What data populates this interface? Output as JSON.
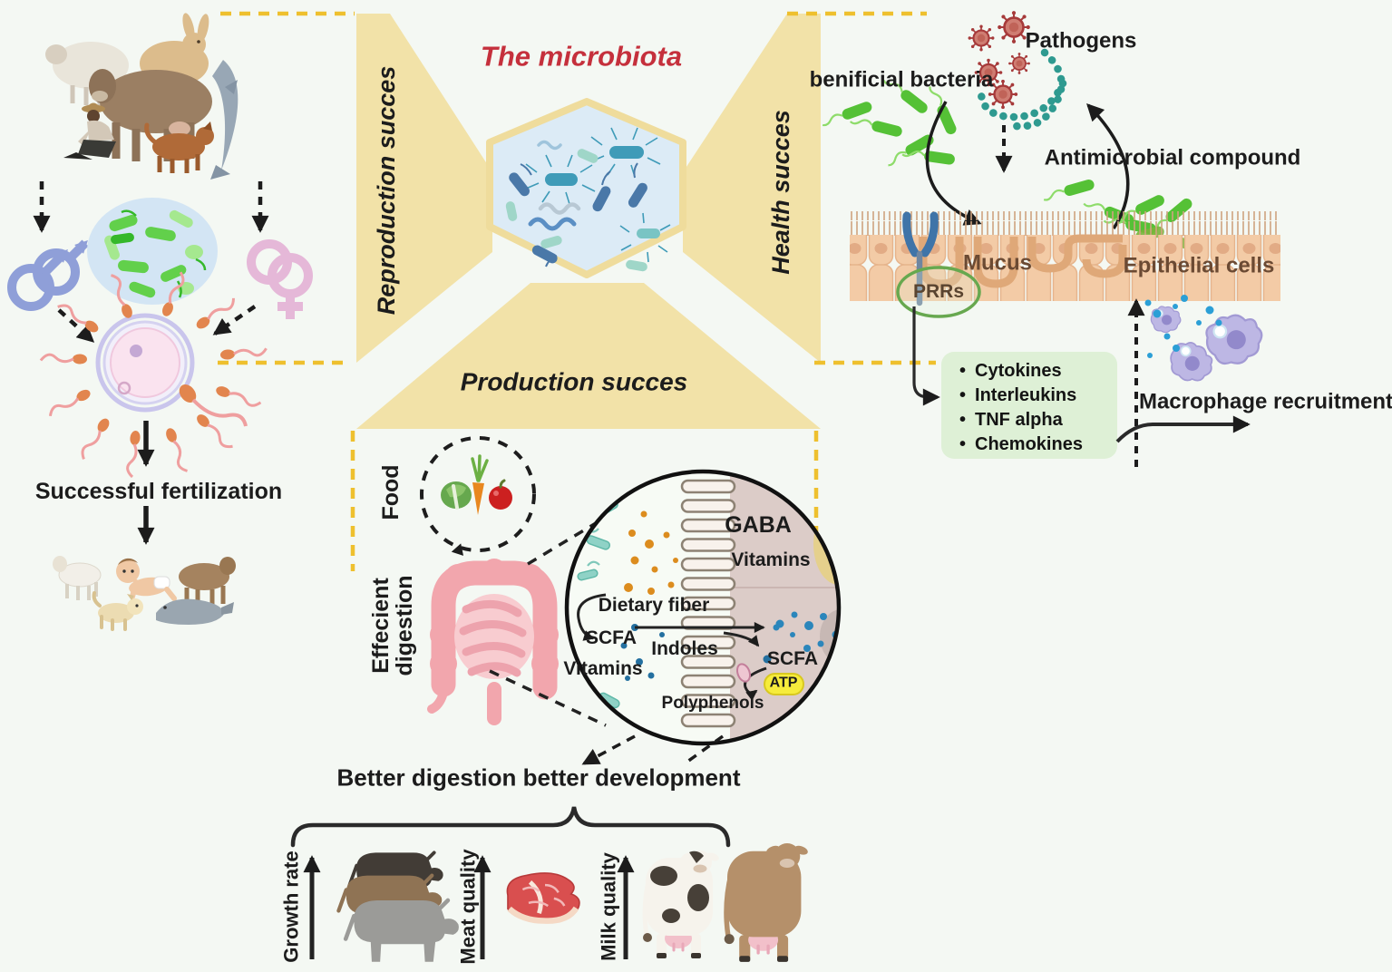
{
  "center": {
    "title": "The microbiota"
  },
  "funnels": {
    "reproduction": "Reproduction succes",
    "health": "Health succes",
    "production": "Production succes"
  },
  "reproduction": {
    "fertilization_label": "Successful fertilization"
  },
  "health": {
    "pathogens_label": "Pathogens",
    "beneficial_label": "benificial bacteria",
    "antimicrobial_label": "Antimicrobial compound",
    "mucus_label": "Mucus",
    "epithelial_label": "Epithelial cells",
    "prrs_label": "PRRs",
    "mediators": [
      "Cytokines",
      "Interleukins",
      "TNF alpha",
      "Chemokines"
    ],
    "macrophage_label": "Macrophage recruitment"
  },
  "production": {
    "food_label": "Food",
    "digestion_line1": "Effecient",
    "digestion_line2": "digestion",
    "circle_labels": {
      "gaba": "GABA",
      "vitamins_right": "Vitamins",
      "dietary_fiber": "Dietary fiber",
      "scfa_left": "SCFA",
      "indoles": "Indoles",
      "vitamins_left": "Vitamins",
      "scfa_right": "SCFA",
      "atp": "ATP",
      "polyphenols": "Polyphenols"
    }
  },
  "outcome": {
    "heading": "Better digestion better development",
    "metrics": [
      {
        "label": "Growth rate"
      },
      {
        "label": "Meat quality"
      },
      {
        "label": "Milk quality"
      }
    ]
  },
  "colors": {
    "accent_tan": "#f2e2a8",
    "hexagon_fill": "#dcebf6",
    "dashed_yellow": "#eec02e",
    "title_red": "#c5303c",
    "beneficial_green": "#55c136",
    "pathogen_red": "#a63a3a",
    "mediator_box_green": "#def0d6",
    "macrophage_purple": "#bdb7e4",
    "atp_yellow": "#f6ec3c",
    "epithelium_peach": "#f3cba6"
  }
}
